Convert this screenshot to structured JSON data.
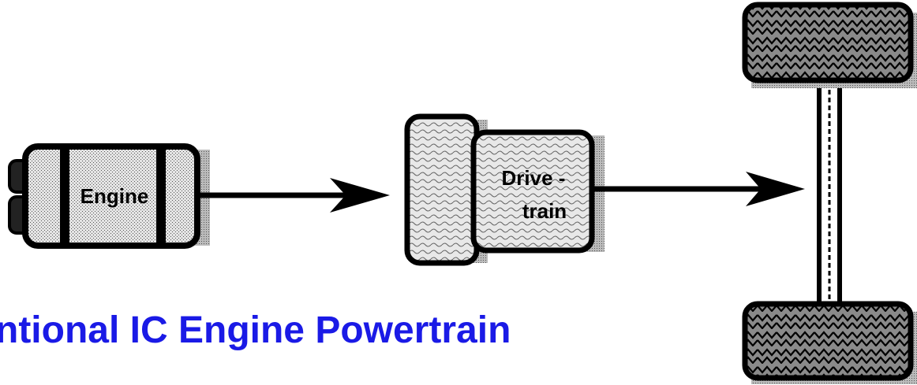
{
  "diagram": {
    "title": "ntional IC Engine Powertrain",
    "engine_label": "Engine",
    "drivetrain_label_line1": "Drive -",
    "drivetrain_label_line2": "train"
  },
  "colors": {
    "title": "#1a1ae6",
    "outline": "#000000",
    "fill": "#d6d6d6",
    "background": "#ffffff"
  },
  "icons": {
    "engine": "engine-icon",
    "transmission": "transmission-icon",
    "axle": "axle-wheels-icon"
  }
}
